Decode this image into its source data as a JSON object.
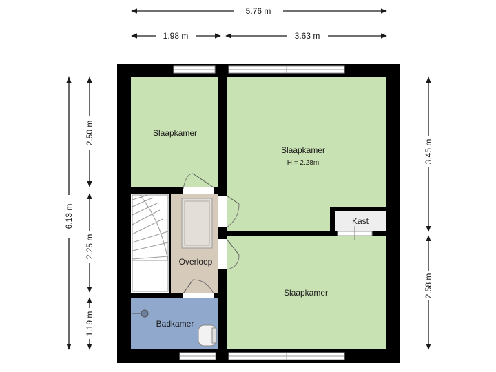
{
  "dimensions": {
    "top_total": "5.76 m",
    "top_left": "1.98 m",
    "top_right": "3.63 m",
    "left_total": "6.13 m",
    "left_upper": "2.50 m",
    "left_middle": "2.25 m",
    "left_lower": "1.19 m",
    "right_upper": "3.45 m",
    "right_lower": "2.58 m"
  },
  "rooms": {
    "bedroom_small": "Slaapkamer",
    "bedroom_large": "Slaapkamer",
    "bedroom_large_height": "H = 2.28m",
    "closet": "Kast",
    "landing": "Overloop",
    "bathroom": "Badkamer",
    "bedroom_lower": "Slaapkamer"
  },
  "colors": {
    "bedroom": "#c9e2b3",
    "landing": "#d6cabb",
    "bathroom": "#8fa8cc",
    "wall": "#000000",
    "dimension": "#1a1a1a"
  }
}
